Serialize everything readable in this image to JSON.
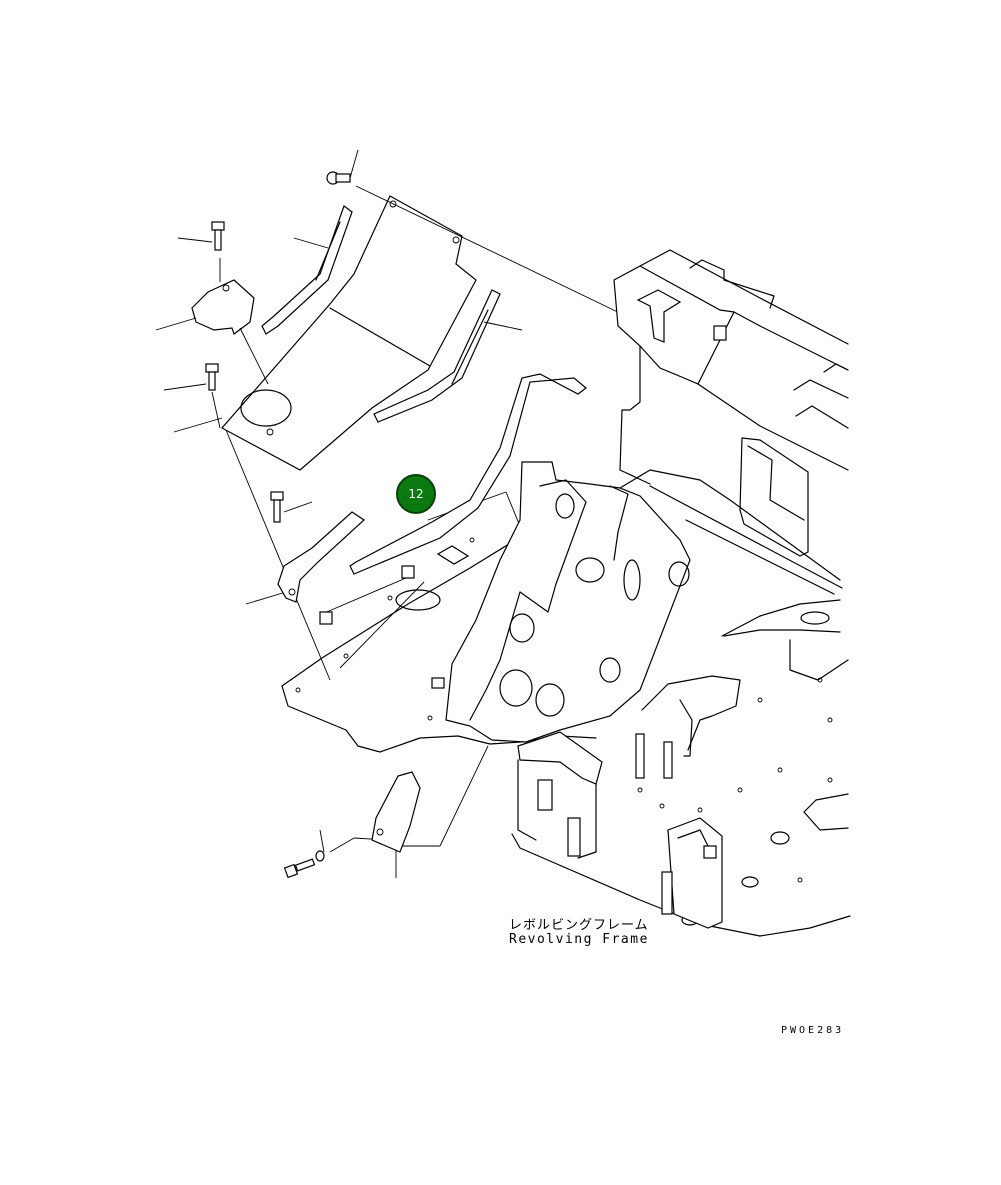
{
  "callout": {
    "number": "12",
    "color": "#0a7a10"
  },
  "frame_label_jp": "レボルビングフレーム",
  "frame_label_en": "Revolving Frame",
  "drawing_code": "PWOE283"
}
